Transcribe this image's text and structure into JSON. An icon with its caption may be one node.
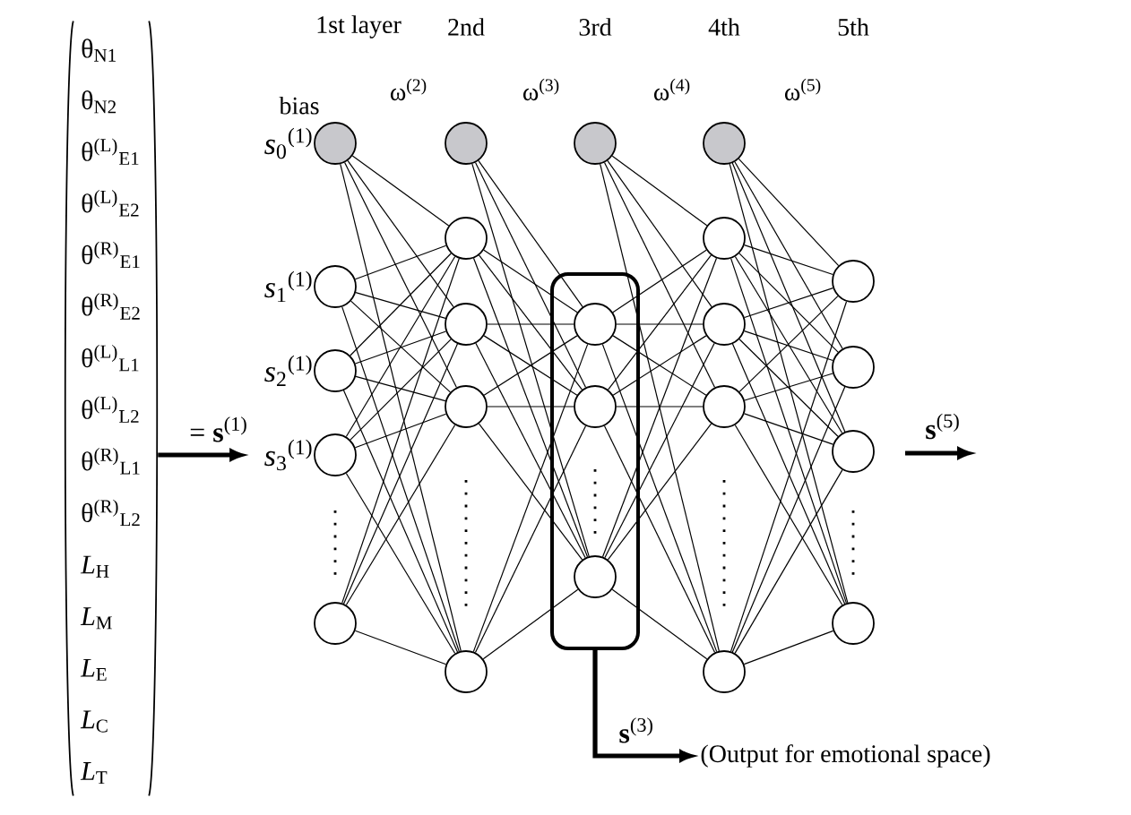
{
  "diagram": {
    "nodes": [
      {
        "text": [
          "θ$_{N1}$",
          "θ$_{N2}$",
          "θ$^{(L)}$$_{E1}$",
          "θ$^{(L)}$$_{E2}$",
          "θ$^{(R)}$$_{E1}$",
          "θ$^{(R)}$$_{E2}$",
          "θ$^{(L)}$$_{L1}$",
          "θ$^{(L)}$$_{L2}$",
          "θ$^{(R)}$$_{L1}$",
          "θ$^{(R)}$$_{L2}$",
          "*L*$_{H}$",
          "*L*$_{M}$",
          "*L*$_{E}$",
          "*L*$_{C}$",
          "*L*$_{T}$"
        ]
      },
      {
        "text": [],
        "shape": "circle",
        "beside": [
          "bias",
          "*s*$_{0}$$^{(1)}$"
        ]
      },
      {
        "text": [],
        "shape": "circle",
        "beside": [
          "*s*$_{1}$$^{(1)}$"
        ]
      },
      {
        "text": [],
        "shape": "circle",
        "beside": [
          "*s*$_{2}$$^{(1)}$"
        ]
      },
      {
        "text": [],
        "shape": "circle",
        "beside": [
          "*s*$_{3}$$^{(1)}$"
        ]
      },
      {
        "text": [],
        "shape": "circle"
      },
      {
        "text": [],
        "shape": "circle"
      },
      {
        "text": [],
        "shape": "circle"
      },
      {
        "text": [],
        "shape": "circle"
      },
      {
        "text": [],
        "shape": "circle"
      },
      {
        "text": [],
        "shape": "circle"
      },
      {
        "text": [],
        "shape": "circle"
      },
      {
        "text": [],
        "shape": "box"
      },
      {
        "text": [],
        "shape": "circle",
        "in": 12
      },
      {
        "text": [],
        "shape": "circle",
        "in": 12
      },
      {
        "text": [],
        "shape": "circle",
        "in": 12
      },
      {
        "text": [],
        "shape": "circle"
      },
      {
        "text": [],
        "shape": "circle"
      },
      {
        "text": [],
        "shape": "circle"
      },
      {
        "text": [],
        "shape": "circle"
      },
      {
        "text": [],
        "shape": "circle"
      },
      {
        "text": [],
        "shape": "circle"
      },
      {
        "text": [],
        "shape": "circle"
      },
      {
        "text": [],
        "shape": "circle"
      },
      {
        "text": [],
        "shape": "circle"
      },
      {
        "text": [
          "(Output for emotional space)"
        ]
      }
    ],
    "edges": [
      {
        "from": 0,
        "to": 4,
        "arrow": "to",
        "style": "thick",
        "label": "= **s**$^{(1)}$"
      },
      {
        "from": 1,
        "to": 7,
        "arrow": "none"
      },
      {
        "from": 1,
        "to": 8,
        "arrow": "none"
      },
      {
        "from": 1,
        "to": 9,
        "arrow": "none"
      },
      {
        "from": 1,
        "to": 10,
        "arrow": "none"
      },
      {
        "from": 2,
        "to": 7,
        "arrow": "none"
      },
      {
        "from": 2,
        "to": 8,
        "arrow": "none"
      },
      {
        "from": 2,
        "to": 9,
        "arrow": "none"
      },
      {
        "from": 2,
        "to": 10,
        "arrow": "none"
      },
      {
        "from": 3,
        "to": 7,
        "arrow": "none"
      },
      {
        "from": 3,
        "to": 8,
        "arrow": "none"
      },
      {
        "from": 3,
        "to": 9,
        "arrow": "none"
      },
      {
        "from": 3,
        "to": 10,
        "arrow": "none"
      },
      {
        "from": 4,
        "to": 7,
        "arrow": "none"
      },
      {
        "from": 4,
        "to": 8,
        "arrow": "none"
      },
      {
        "from": 4,
        "to": 9,
        "arrow": "none"
      },
      {
        "from": 4,
        "to": 10,
        "arrow": "none"
      },
      {
        "from": 5,
        "to": 7,
        "arrow": "none"
      },
      {
        "from": 5,
        "to": 8,
        "arrow": "none"
      },
      {
        "from": 5,
        "to": 9,
        "arrow": "none"
      },
      {
        "from": 5,
        "to": 10,
        "arrow": "none"
      },
      {
        "from": 6,
        "to": 13,
        "arrow": "none"
      },
      {
        "from": 6,
        "to": 14,
        "arrow": "none"
      },
      {
        "from": 6,
        "to": 15,
        "arrow": "none"
      },
      {
        "from": 7,
        "to": 13,
        "arrow": "none"
      },
      {
        "from": 7,
        "to": 14,
        "arrow": "none"
      },
      {
        "from": 7,
        "to": 15,
        "arrow": "none"
      },
      {
        "from": 8,
        "to": 13,
        "arrow": "none"
      },
      {
        "from": 8,
        "to": 14,
        "arrow": "none"
      },
      {
        "from": 8,
        "to": 15,
        "arrow": "none"
      },
      {
        "from": 9,
        "to": 13,
        "arrow": "none"
      },
      {
        "from": 9,
        "to": 14,
        "arrow": "none"
      },
      {
        "from": 9,
        "to": 15,
        "arrow": "none"
      },
      {
        "from": 10,
        "to": 13,
        "arrow": "none"
      },
      {
        "from": 10,
        "to": 14,
        "arrow": "none"
      },
      {
        "from": 10,
        "to": 15,
        "arrow": "none"
      },
      {
        "from": 11,
        "to": 17,
        "arrow": "none"
      },
      {
        "from": 11,
        "to": 18,
        "arrow": "none"
      },
      {
        "from": 11,
        "to": 19,
        "arrow": "none"
      },
      {
        "from": 11,
        "to": 20,
        "arrow": "none"
      },
      {
        "from": 13,
        "to": 17,
        "arrow": "none"
      },
      {
        "from": 13,
        "to": 18,
        "arrow": "none"
      },
      {
        "from": 13,
        "to": 19,
        "arrow": "none"
      },
      {
        "from": 13,
        "to": 20,
        "arrow": "none"
      },
      {
        "from": 14,
        "to": 17,
        "arrow": "none"
      },
      {
        "from": 14,
        "to": 18,
        "arrow": "none"
      },
      {
        "from": 14,
        "to": 19,
        "arrow": "none"
      },
      {
        "from": 14,
        "to": 20,
        "arrow": "none"
      },
      {
        "from": 15,
        "to": 17,
        "arrow": "none"
      },
      {
        "from": 15,
        "to": 18,
        "arrow": "none"
      },
      {
        "from": 15,
        "to": 19,
        "arrow": "none"
      },
      {
        "from": 15,
        "to": 20,
        "arrow": "none"
      },
      {
        "from": 16,
        "to": 21,
        "arrow": "none"
      },
      {
        "from": 16,
        "to": 22,
        "arrow": "none"
      },
      {
        "from": 16,
        "to": 23,
        "arrow": "none"
      },
      {
        "from": 16,
        "to": 24,
        "arrow": "none"
      },
      {
        "from": 17,
        "to": 21,
        "arrow": "none"
      },
      {
        "from": 17,
        "to": 22,
        "arrow": "none"
      },
      {
        "from": 17,
        "to": 23,
        "arrow": "none"
      },
      {
        "from": 17,
        "to": 24,
        "arrow": "none"
      },
      {
        "from": 18,
        "to": 21,
        "arrow": "none"
      },
      {
        "from": 18,
        "to": 22,
        "arrow": "none"
      },
      {
        "from": 18,
        "to": 23,
        "arrow": "none"
      },
      {
        "from": 18,
        "to": 24,
        "arrow": "none"
      },
      {
        "from": 19,
        "to": 21,
        "arrow": "none"
      },
      {
        "from": 19,
        "to": 22,
        "arrow": "none"
      },
      {
        "from": 19,
        "to": 23,
        "arrow": "none"
      },
      {
        "from": 19,
        "to": 24,
        "arrow": "none"
      },
      {
        "from": 20,
        "to": 21,
        "arrow": "none"
      },
      {
        "from": 20,
        "to": 22,
        "arrow": "none"
      },
      {
        "from": 20,
        "to": 23,
        "arrow": "none"
      },
      {
        "from": 20,
        "to": 24,
        "arrow": "none"
      },
      {
        "from": 12,
        "to": 25,
        "arrow": "to",
        "style": "thick",
        "label": "**s**$^{(3)}$"
      }
    ],
    "labels": [
      "1st layer",
      "2nd",
      "3rd",
      "4th",
      "5th",
      "ω$^{(2)}$",
      "ω$^{(3)}$",
      "ω$^{(4)}$",
      "ω$^{(5)}$",
      "**s**$^{(5)}$"
    ]
  }
}
